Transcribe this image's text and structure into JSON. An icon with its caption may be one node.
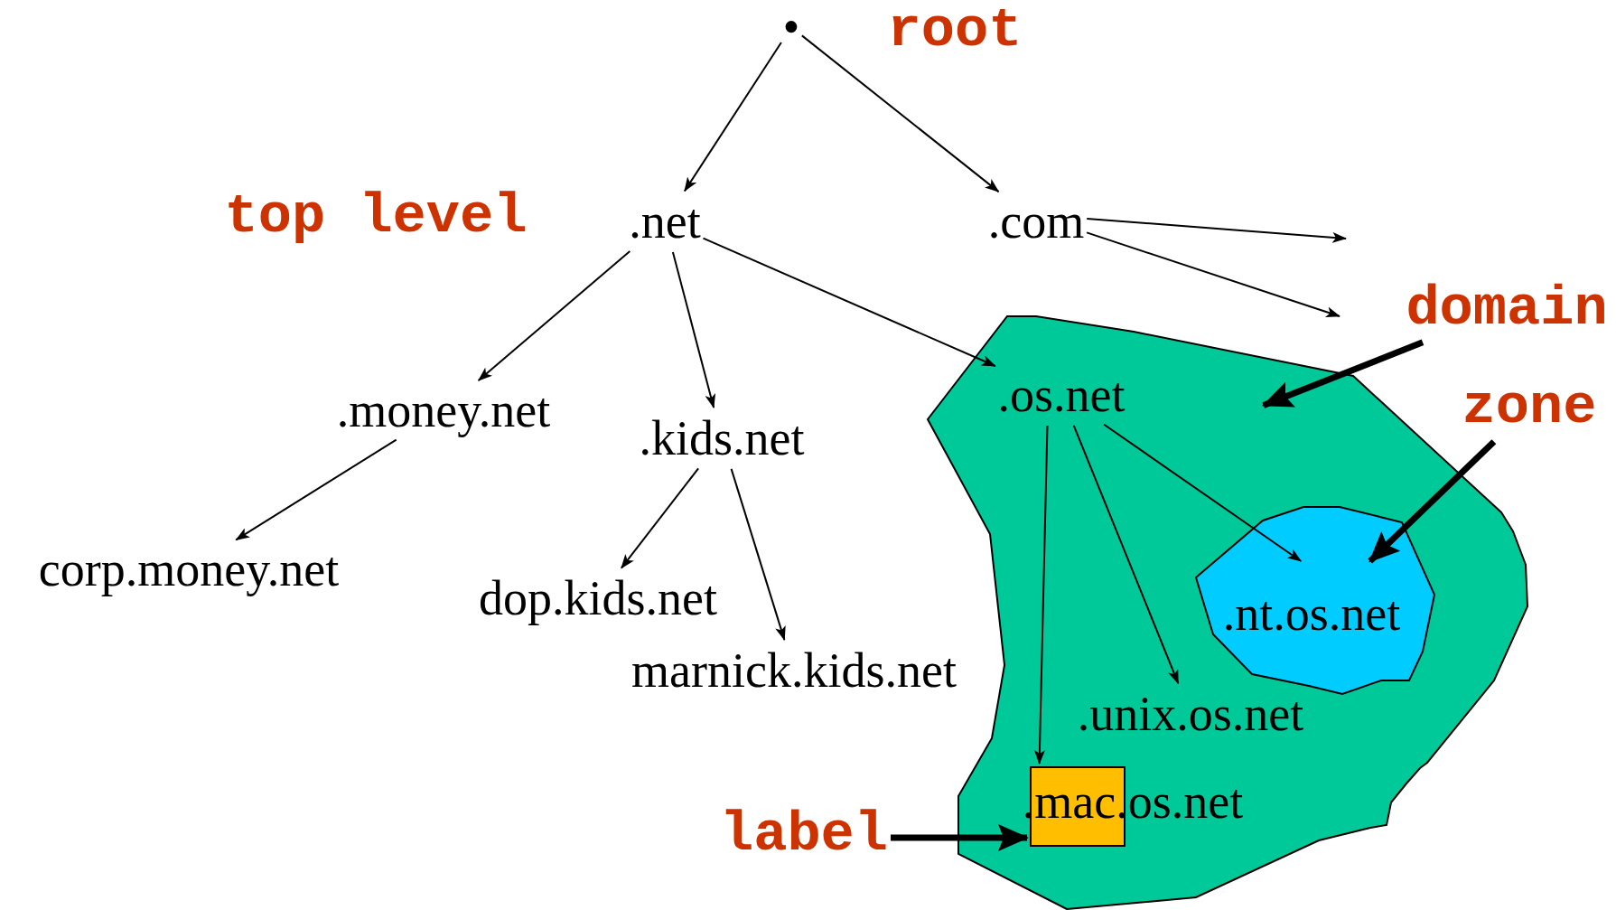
{
  "diagram": {
    "nodes": [
      {
        "text": [
          "•"
        ]
      },
      {
        "text": [
          ".net"
        ]
      },
      {
        "text": [
          ".com"
        ]
      },
      {
        "text": [
          ".money.net"
        ]
      },
      {
        "text": [
          ".kids.net"
        ]
      },
      {
        "text": [],
        "shape": "polygon"
      },
      {
        "text": [
          ".os.net"
        ],
        "in": 5
      },
      {
        "text": [
          "corp.money.net"
        ]
      },
      {
        "text": [
          "dop.kids.net"
        ]
      },
      {
        "text": [
          "marnick.kids.net"
        ]
      },
      {
        "text": [
          ".nt.os.net"
        ],
        "in": 5
      },
      {
        "text": [
          ".unix.os.net"
        ],
        "in": 5
      },
      {
        "text": [
          ".mac.os.net"
        ],
        "in": 5
      },
      {
        "text": [],
        "shape": "box",
        "in": 5
      },
      {
        "text": [
          "domain"
        ]
      },
      {
        "text": [
          "zone"
        ]
      },
      {
        "text": [
          "label"
        ]
      }
    ],
    "edges": [
      {
        "from": 0,
        "to": 1,
        "arrow": "to"
      },
      {
        "from": 0,
        "to": 2,
        "arrow": "to"
      },
      {
        "from": 2,
        "to": null,
        "arrow": "to"
      },
      {
        "from": 2,
        "to": null,
        "arrow": "to"
      },
      {
        "from": 1,
        "to": 3,
        "arrow": "to"
      },
      {
        "from": 1,
        "to": 4,
        "arrow": "to"
      },
      {
        "from": 1,
        "to": 6,
        "arrow": "to"
      },
      {
        "from": 3,
        "to": 7,
        "arrow": "to"
      },
      {
        "from": 4,
        "to": 8,
        "arrow": "to"
      },
      {
        "from": 4,
        "to": 9,
        "arrow": "to"
      },
      {
        "from": 6,
        "to": 10,
        "arrow": "to"
      },
      {
        "from": 6,
        "to": 11,
        "arrow": "to"
      },
      {
        "from": 6,
        "to": 13,
        "arrow": "to"
      },
      {
        "from": 14,
        "to": 5,
        "arrow": "to",
        "style": "thick"
      },
      {
        "from": 15,
        "to": 10,
        "arrow": "to",
        "style": "thick"
      },
      {
        "from": 16,
        "to": 13,
        "arrow": "to",
        "style": "thick"
      }
    ],
    "labels": [
      "root",
      "top level"
    ]
  }
}
